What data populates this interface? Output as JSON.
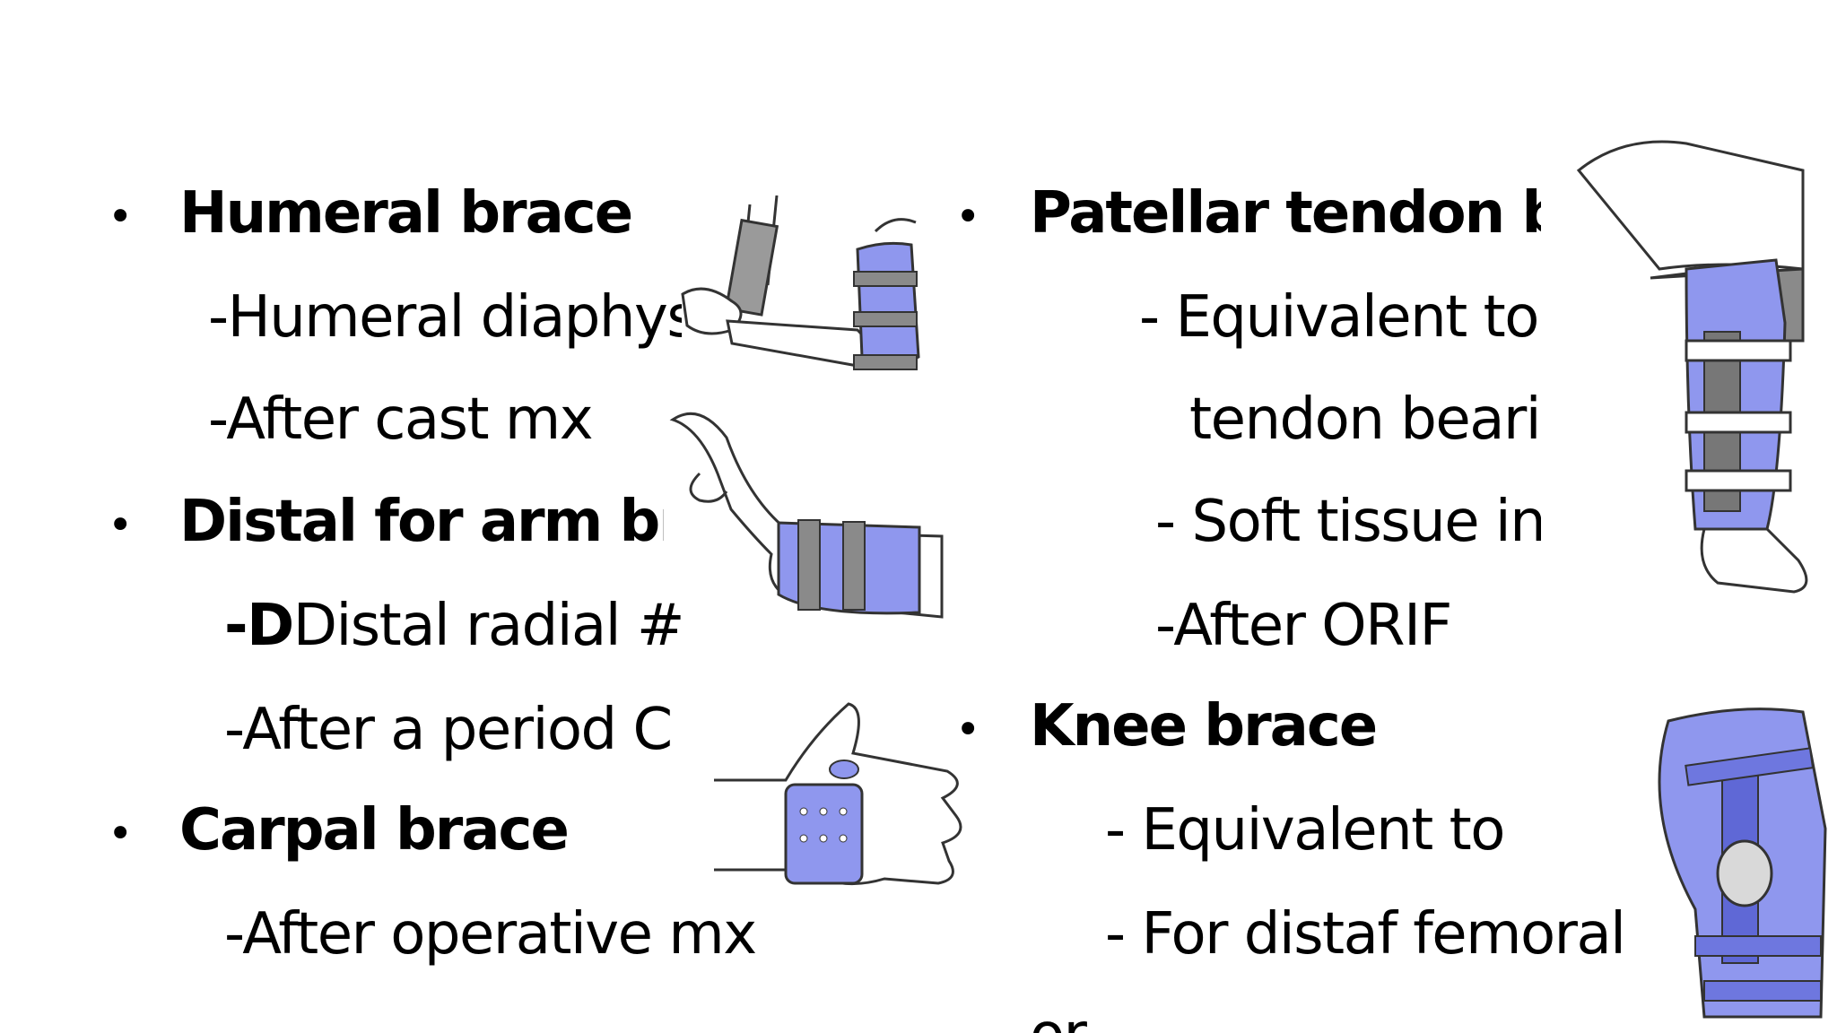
{
  "left_column": {
    "humeral_brace": {
      "title": "Humeral brace",
      "items": [
        "-Humeral diaphyseal #",
        "-After cast mx"
      ]
    },
    "distal_forearm_brace": {
      "title": "Distal for arm brace",
      "items": [
        "Distal radial #",
        "-After a period C"
      ],
      "item_prefix": "-D"
    },
    "carpal_brace": {
      "title": "Carpal brace",
      "items": [
        "-After operative mx"
      ]
    }
  },
  "right_column": {
    "patellar_tendon_brace": {
      "title": "Patellar tendon brace",
      "items": [
        "- Equivalent to patellar",
        "tendon bearing",
        "- Soft tissue injuries",
        "-After ORIF"
      ]
    },
    "knee_brace": {
      "title": "Knee brace",
      "items": [
        "- Equivalent to",
        "-  For distaf femoral",
        "or"
      ]
    }
  },
  "bullet_char": "•",
  "colors": {
    "brace_blue": "#8f97ee",
    "brace_outline": "#333333",
    "strap_gray": "#8a8a8a"
  }
}
